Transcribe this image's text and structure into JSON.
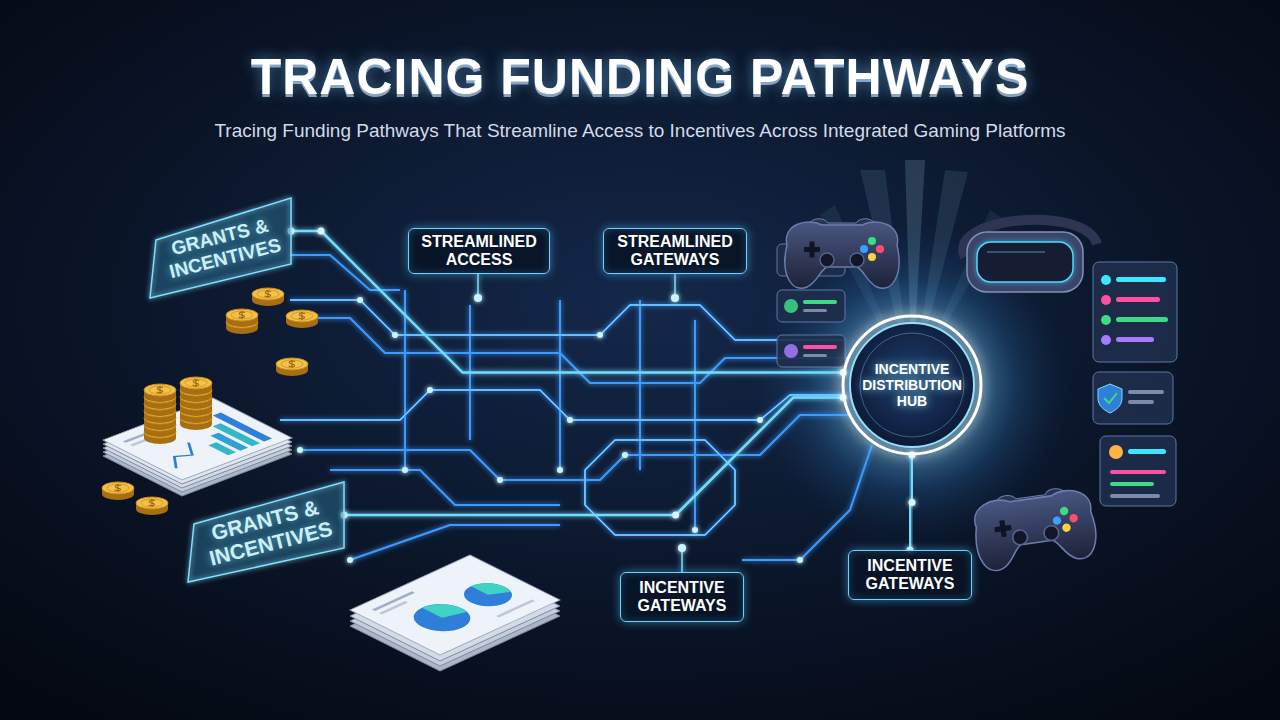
{
  "diagram": {
    "title": "TRACING FUNDING PATHWAYS",
    "nodes": [
      {
        "text": [
          "GRANTS & INCENTIVES"
        ]
      },
      {
        "text": [
          "STREAMLINED ACCESS"
        ]
      },
      {
        "text": [
          "STREAMLINED GATEWAYS"
        ]
      },
      {
        "text": [
          "INCENTIVE DISTRIBUTION HUB"
        ]
      },
      {
        "text": [
          "GRANTS & INCENTIVES"
        ]
      },
      {
        "text": [
          "INCENTIVE GATEWAYS"
        ]
      },
      {
        "text": [
          "INCENTIVE GATEWAYS"
        ]
      }
    ],
    "edges": [
      {
        "from": 0,
        "to": 3,
        "arrow": "none"
      },
      {
        "from": 4,
        "to": 3,
        "arrow": "none"
      },
      {
        "from": 3,
        "to": 5,
        "arrow": "none"
      }
    ],
    "labels": [
      "Tracing Funding Pathways That Streamline Access to Incentives Across Integrated Gaming Platforms"
    ]
  }
}
